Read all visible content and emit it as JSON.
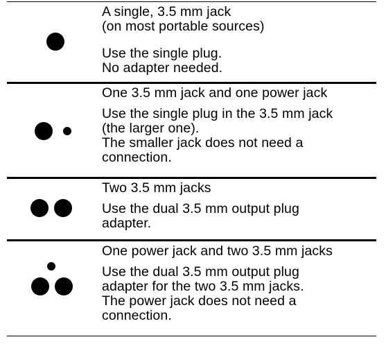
{
  "rows": [
    {
      "title": "A single, 3.5 mm jack\n(on most portable sources)",
      "instruction": "Use the single plug.\nNo adapter needed."
    },
    {
      "title": "One 3.5 mm jack and one power jack",
      "instruction": "Use the single plug in the 3.5 mm jack\n(the larger one).\nThe smaller jack does not need a\nconnection."
    },
    {
      "title": "Two 3.5 mm jacks",
      "instruction": "Use the dual 3.5 mm output plug\nadapter."
    },
    {
      "title": "One power jack and two 3.5 mm jacks",
      "instruction": "Use the dual 3.5 mm output plug\nadapter for the two 3.5 mm jacks.\nThe power jack does not need a\nconnection."
    }
  ],
  "icons": [
    "single-jack-icon",
    "jack-and-power-jack-icon",
    "two-jacks-icon",
    "power-jack-and-two-jacks-icon"
  ]
}
